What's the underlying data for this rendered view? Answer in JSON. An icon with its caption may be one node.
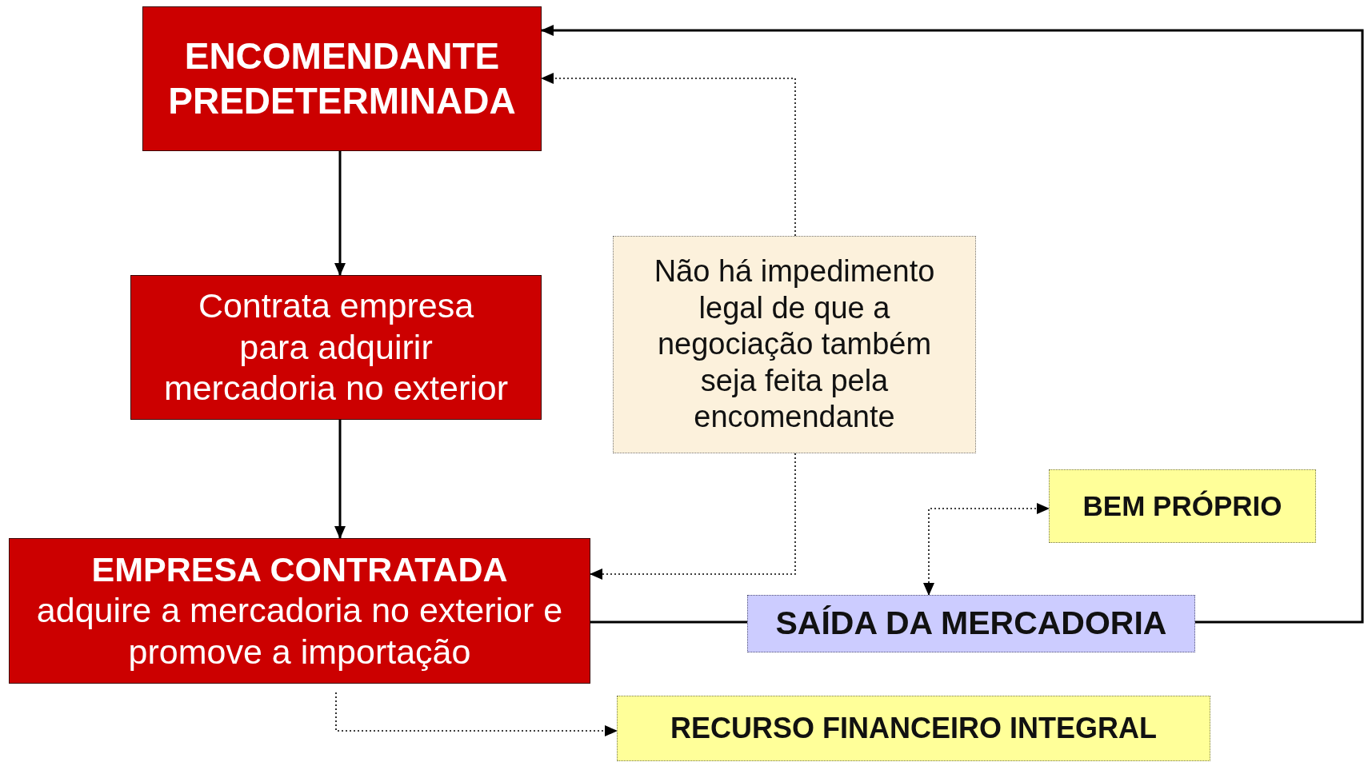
{
  "diagram": {
    "nodes": [
      {
        "text": [
          "ENCOMENDANTE PREDETERMINADA"
        ]
      },
      {
        "text": [
          "Contrata empresa para adquirir mercadoria no exterior"
        ]
      },
      {
        "text": [
          "EMPRESA CONTRATADA",
          "adquire a mercadoria no exterior e promove a importação"
        ]
      },
      {
        "text": [
          "Não há impedimento legal de que a negociação também seja feita pela encomendante"
        ]
      },
      {
        "text": [
          "BEM PRÓPRIO"
        ]
      },
      {
        "text": [
          "SAÍDA DA MERCADORIA"
        ]
      },
      {
        "text": [
          "RECURSO FINANCEIRO INTEGRAL"
        ]
      }
    ],
    "edges": [
      {
        "from": 0,
        "to": 1,
        "arrow": "to"
      },
      {
        "from": 1,
        "to": 2,
        "arrow": "to"
      },
      {
        "from": 3,
        "to": 0,
        "arrow": "to",
        "style": "dashed"
      },
      {
        "from": 3,
        "to": 2,
        "arrow": "to",
        "style": "dashed"
      },
      {
        "from": 2,
        "to": 5,
        "arrow": "none"
      },
      {
        "from": 5,
        "to": 0,
        "arrow": "to"
      },
      {
        "from": 5,
        "to": 4,
        "arrow": "both",
        "style": "dashed"
      },
      {
        "from": 2,
        "to": 6,
        "arrow": "to",
        "style": "dashed"
      }
    ]
  }
}
